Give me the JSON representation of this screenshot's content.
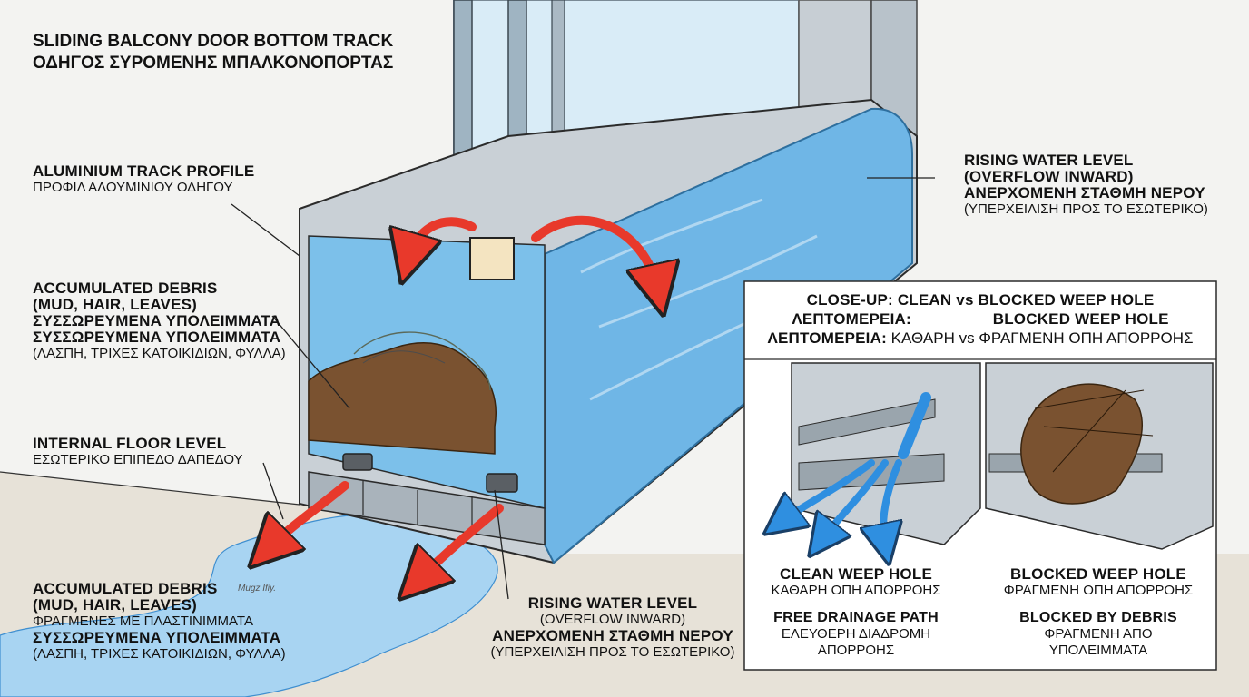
{
  "title": {
    "en": "SLIDING BALCONY DOOR BOTTOM TRACK",
    "gr": "ΟΔΗΓΟΣ ΣΥΡΟΜΕΝΗΣ ΜΠΑΛΚΟΝΟΠΟΡΤΑΣ"
  },
  "labels": {
    "track_profile": {
      "en": "ALUMINIUM TRACK PROFILE",
      "gr": "ΠΡΟΦΙΛ ΑΛΟΥΜΙΝΙΟΥ ΟΔΗΓΟΥ"
    },
    "debris": {
      "en1": "ACCUMULATED DEBRIS",
      "en2": "(MUD, HAIR, LEAVES)",
      "gr1": "ΣΥΣΣΩΡΕΥΜΕΝΑ ΥΠΟΛΕΙΜΜΑΤΑ",
      "gr2": "ΣΥΣΣΩΡΕΥΜΕΝΑ ΥΠΟΛΕΙΜΜΑΤΑ",
      "gr3": "(ΛΑΣΠΗ, ΤΡΙΧΕΣ ΚΑΤΟΙΚΙΔΙΩΝ, ΦΥΛΛΑ)"
    },
    "floor": {
      "en": "INTERNAL FLOOR LEVEL",
      "gr": "ΕΣΩΤΕΡΙΚΟ ΕΠΙΠΕΔΟ ΔΑΠΕΔΟΥ"
    },
    "rising_top": {
      "en1": "RISING WATER LEVEL",
      "en2": "(OVERFLOW INWARD)",
      "gr1": "ΑΝΕΡΧΟΜΕΝΗ ΣΤΑΘΜΗ ΝΕΡΟΥ",
      "gr2": "(ΥΠΕΡΧΕΙΛΙΣΗ ΠΡΟΣ ΤΟ ΕΣΩΤΕΡΙΚΟ)"
    },
    "debris_bottom": {
      "en1": "ACCUMULATED DEBRIS",
      "en2": "(MUD, HAIR, LEAVES)",
      "gr1": "ΦΡΑΓΜΕΝΕΣ ΜΕ ΠΛΑΣΤΙΝΙΜΜΑΤΑ",
      "gr2": "ΣΥΣΣΩΡΕΥΜΕΝΑ ΥΠΟΛΕΙΜΜΑΤΑ",
      "gr3": "(ΛΑΣΠΗ, ΤΡΙΧΕΣ ΚΑΤΟΙΚΙΔΙΩΝ, ΦΥΛΛΑ)"
    },
    "watermark": "Mugz Ifiy.",
    "rising_bottom": {
      "en1": "RISING WATER LEVEL",
      "en2": "(OVERFLOW INWARD)",
      "gr1": "ΑΝΕΡΧΟΜΕΝΗ ΣΤΑΘΜΗ ΝΕΡΟΥ",
      "gr2": "(ΥΠΕΡΧΕΙΛΙΣΗ ΠΡΟΣ ΤΟ ΕΣΩΤΕΡΙΚΟ)"
    }
  },
  "closeup": {
    "title": "CLOSE-UP: CLEAN vs BLOCKED WEEP HOLE",
    "sub_left": "ΛΕΠΤΟΜΕΡΕΙΑ:",
    "sub_right": "BLOCKED WEEP HOLE",
    "sub2_bold": "ΛΕΠΤΟΜΕΡΕΙΑ:",
    "sub2_rest": " ΚΑΘΑΡΗ vs ΦΡΑΓΜΕΝΗ ΟΠΗ ΑΠΟΡΡΟΗΣ",
    "clean": {
      "en": "CLEAN WEEP HOLE",
      "gr": "ΚΑΘΑΡΗ ΟΠΗ ΑΠΟΡΡΟΗΣ",
      "path_en": "FREE DRAINAGE PATH",
      "path_gr1": "ΕΛΕΥΘΕΡΗ ΔΙΑΔΡΟΜΗ",
      "path_gr2": "ΑΠΟΡΡΟΗΣ"
    },
    "blocked": {
      "en": "BLOCKED WEEP HOLE",
      "gr": "ΦΡΑΓΜΕΝΗ ΟΠΗ ΑΠΟΡΡΟΗΣ",
      "by_en": "BLOCKED BY DEBRIS",
      "by_gr1": "ΦΡΑΓΜΕΝΗ ΑΠΟ",
      "by_gr2": "ΥΠΟΛΕΙΜΜΑΤΑ"
    }
  },
  "colors": {
    "water": "#6fb6e6",
    "water_dark": "#3f8fd0",
    "aluminium": "#a9b3bb",
    "debris": "#7a5230",
    "arrow_red": "#e8392b",
    "arrow_blue": "#2f8fe0",
    "floor": "#e7e2d8"
  }
}
